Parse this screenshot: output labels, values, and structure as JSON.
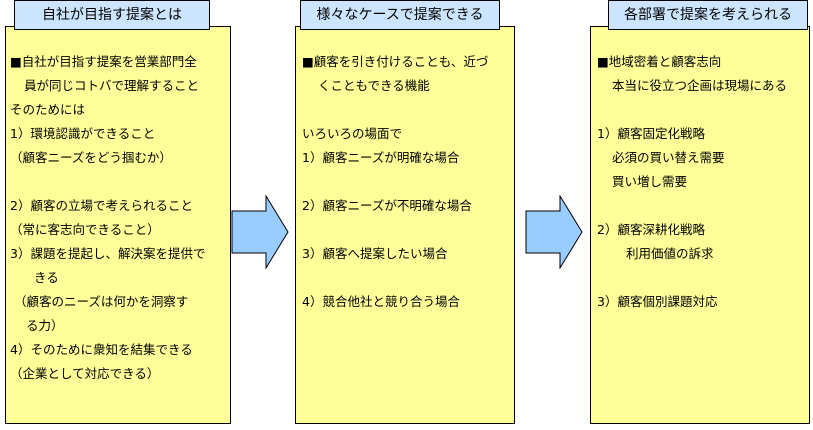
{
  "colors": {
    "panel_fill": "#ffff99",
    "title_fill": "#cce5ff",
    "arrow_fill": "#99ccff"
  },
  "panels": [
    {
      "title": "自社が目指す提案とは",
      "lines": [
        "■自社が目指す提案を営業部門全",
        "員が同じコトバで理解すること",
        "そのためには",
        "1）環境認識ができること",
        "（顧客ニーズをどう掴むか）",
        "2）顧客の立場で考えられること",
        "（常に客志向できること）",
        "3）課題を提起し、解決案を提供で",
        "きる",
        "（顧客のニーズは何かを洞察す",
        "る力）",
        "4）そのために衆知を結集できる",
        "（企業として対応できる）"
      ]
    },
    {
      "title": "様々なケースで提案できる",
      "lines": [
        "■顧客を引き付けることも、近づ",
        "くこともできる機能",
        "いろいろの場面で",
        "1）顧客ニーズが明確な場合",
        "2）顧客ニーズが不明確な場合",
        "3）顧客へ提案したい場合",
        "4）競合他社と競り合う場合"
      ]
    },
    {
      "title": "各部署で提案を考えられる",
      "lines": [
        "■地域密着と顧客志向",
        "本当に役立つ企画は現場にある",
        "1）顧客固定化戦略",
        "必須の買い替え需要",
        "買い増し需要",
        "2）顧客深耕化戦略",
        "利用価値の訴求",
        "3）顧客個別課題対応"
      ]
    }
  ]
}
